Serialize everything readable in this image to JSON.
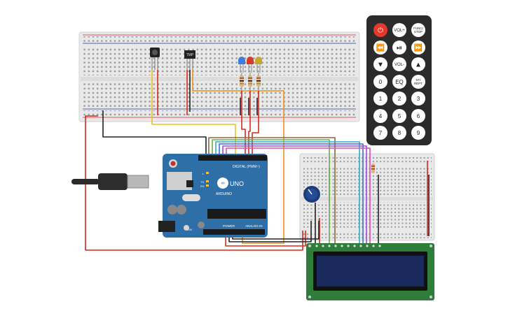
{
  "sensors": {
    "temp_label": "TMP"
  },
  "remote": {
    "colors": {
      "body": "#2b2b2b",
      "power": "#e8382e",
      "button": "#ffffff"
    },
    "buttons": [
      {
        "label": "",
        "icon": "power-icon"
      },
      {
        "label": "VOL+"
      },
      {
        "label": "FUNC/\nSTOP"
      },
      {
        "label": "",
        "icon": "rewind-icon"
      },
      {
        "label": "",
        "icon": "play-pause-icon"
      },
      {
        "label": "",
        "icon": "fast-forward-icon"
      },
      {
        "label": "",
        "icon": "down-icon"
      },
      {
        "label": "VOL-"
      },
      {
        "label": "",
        "icon": "up-icon"
      },
      {
        "label": "0"
      },
      {
        "label": "EQ"
      },
      {
        "label": "ST/\nREPT"
      },
      {
        "label": "1"
      },
      {
        "label": "2"
      },
      {
        "label": "3"
      },
      {
        "label": "4"
      },
      {
        "label": "5"
      },
      {
        "label": "6"
      },
      {
        "label": "7"
      },
      {
        "label": "8"
      },
      {
        "label": "9"
      }
    ]
  },
  "arduino": {
    "brand": "ARDUINO",
    "model": "UNO",
    "digital_label": "DIGITAL (PWM~)",
    "analog_label": "ANALOG IN",
    "power_label": "POWER",
    "led_l": "L",
    "led_tx": "TX",
    "led_rx": "RX",
    "on_label": "ON",
    "colors": {
      "board": "#2e6fa7",
      "header": "#1a1a1a"
    }
  },
  "lcd": {
    "colors": {
      "pcb": "#2f7d3a",
      "screen": "#1b2a5c"
    }
  }
}
